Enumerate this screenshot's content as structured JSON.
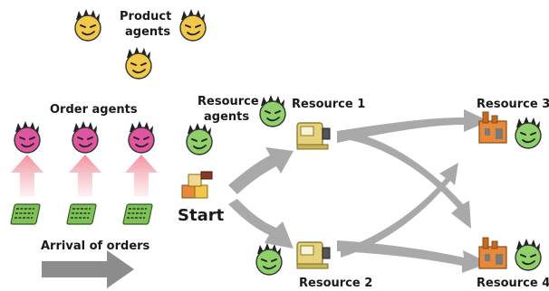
{
  "labels": {
    "product_agents_line1": "Product",
    "product_agents_line2": "agents",
    "order_agents": "Order agents",
    "resource_agents_line1": "Resource",
    "resource_agents_line2": "agents",
    "resource1": "Resource 1",
    "resource2": "Resource 2",
    "resource3": "Resource 3",
    "resource4": "Resource 4",
    "start": "Start",
    "arrival_of_orders": "Arrival of orders"
  },
  "colors": {
    "product_agent": "#f2c84b",
    "order_agent": "#e0559f",
    "resource_agent": "#8fd06a",
    "flow_arrow": "#a9a9a9",
    "order_arrow": "#f4aeb6",
    "arrival_arrow": "#8c8c8c",
    "order_card": "#7fbf5a",
    "machine": "#e6d27a",
    "factory": "#e8893a"
  },
  "icons": [
    "agent-face-icon",
    "order-card-icon",
    "machine-icon",
    "factory-icon",
    "start-cubes-icon"
  ]
}
